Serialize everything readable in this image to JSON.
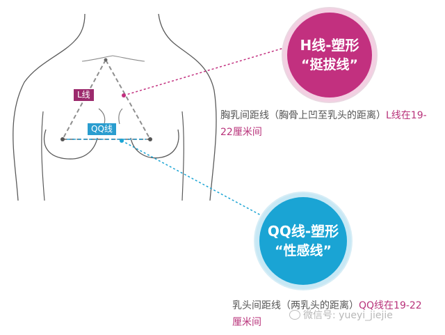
{
  "h_line": {
    "title": "H线-塑形",
    "subtitle": "“挺拔线”",
    "color": "#c2307f",
    "note_main": "胸乳间距线（胸骨上凹至乳头的距离）",
    "note_accent": "L线在19-22厘米间"
  },
  "l_tag": {
    "label": "L线",
    "color": "#9c2a6d"
  },
  "qq_tag": {
    "label": "QQ线",
    "color": "#2a9dcf"
  },
  "qq_line": {
    "title": "QQ线-塑形",
    "subtitle": "“性感线”",
    "color": "#1aa4d4",
    "note_main": "乳头间距线（两乳头的距离）",
    "note_accent": "QQ线在19-22厘米间"
  },
  "watermark": {
    "text": "微信号: yueyi_jiejie",
    "icon": "wechat-icon"
  }
}
